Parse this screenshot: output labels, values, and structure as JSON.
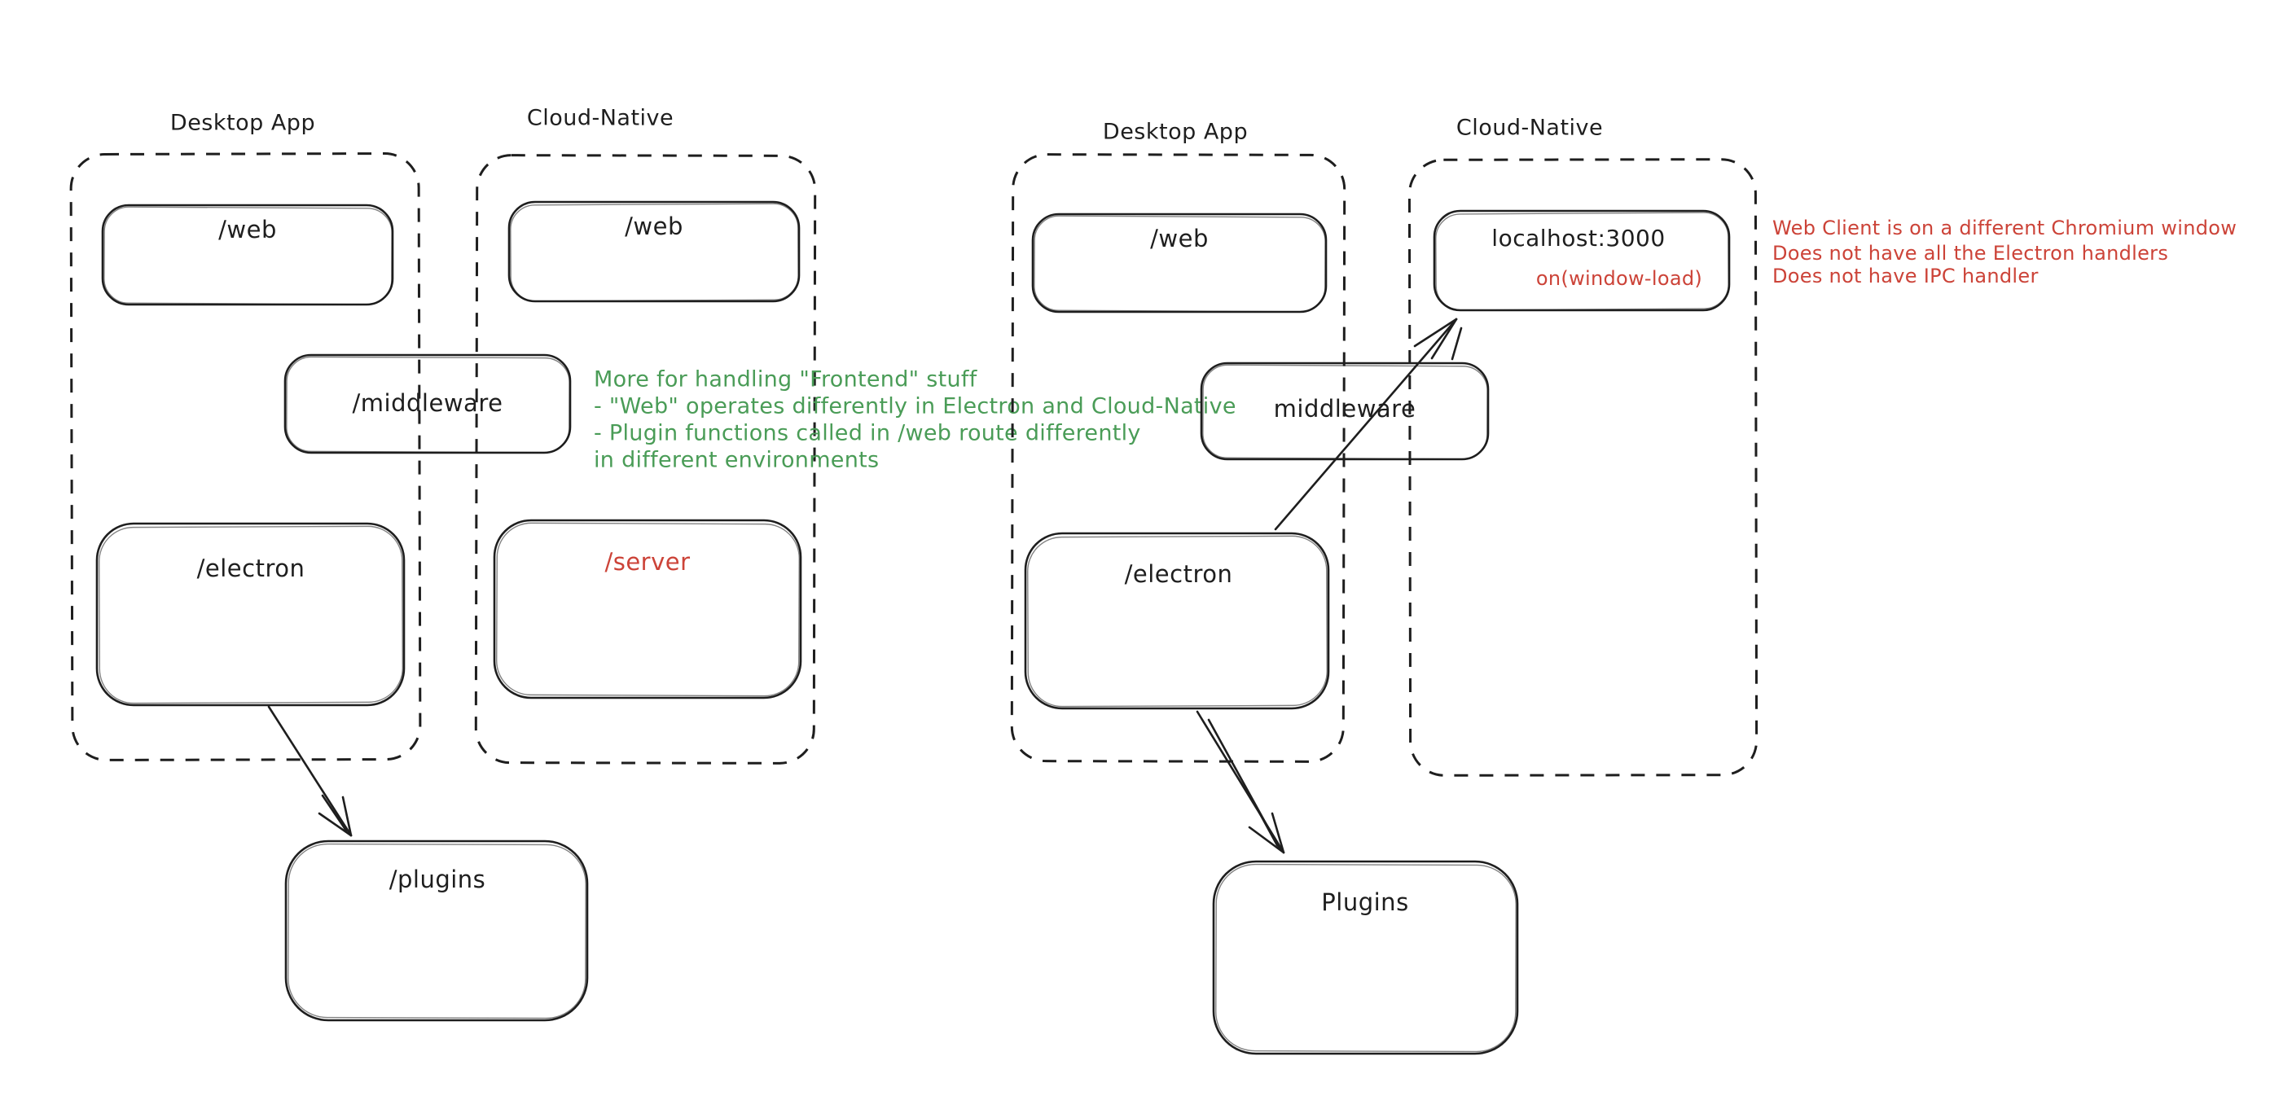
{
  "colors": {
    "ink": "#1e1e1e",
    "red_accent": "#cc4338",
    "green_accent": "#4a9c57",
    "background": "#ffffff"
  },
  "left_diagram": {
    "desktop_container_title": "Desktop App",
    "cloud_container_title": "Cloud-Native",
    "web_desktop_label": "/web",
    "web_cloud_label": "/web",
    "middleware_label": "/middleware",
    "electron_label": "/electron",
    "server_label": "/server",
    "plugins_label": "/plugins"
  },
  "right_diagram": {
    "desktop_container_title": "Desktop App",
    "cloud_container_title": "Cloud-Native",
    "web_label": "/web",
    "localhost_label": "localhost:3000",
    "localhost_event_label": "on(window-load)",
    "middleware_label": "middleware",
    "electron_label": "/electron",
    "plugins_label": "Plugins"
  },
  "notes": {
    "green_note": {
      "line1": "More for handling \"Frontend\" stuff",
      "line2": "- \"Web\" operates differently in Electron and Cloud-Native",
      "line3": "- Plugin functions called in /web route differently",
      "line4": "in different environments"
    },
    "red_note": {
      "line1": "Web Client is on a different Chromium window",
      "line2": "Does not have all the Electron handlers",
      "line3": "Does not have IPC handler"
    }
  }
}
